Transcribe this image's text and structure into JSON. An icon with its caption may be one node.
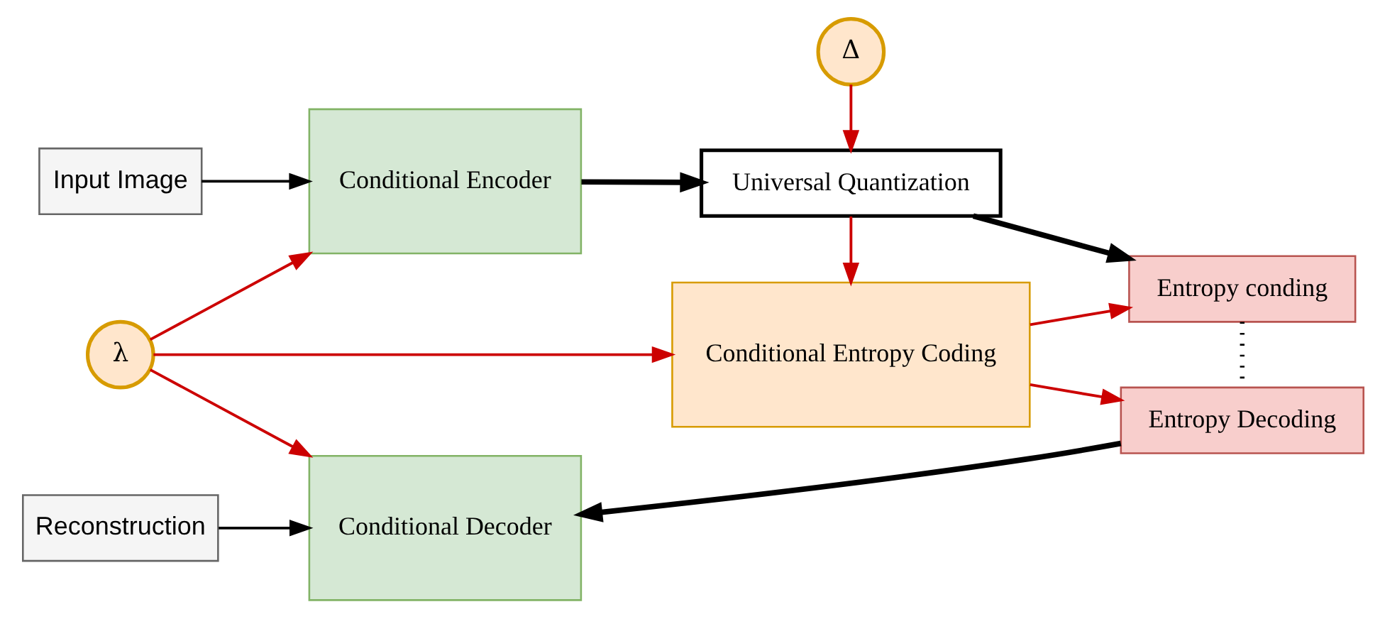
{
  "diagram": {
    "nodes": [
      {
        "text": [
          "Input Image"
        ]
      },
      {
        "text": [
          "Conditional Encoder"
        ]
      },
      {
        "text": [
          "Universal Quantization"
        ]
      },
      {
        "text": [
          "Δ"
        ]
      },
      {
        "text": [
          "λ"
        ]
      },
      {
        "text": [
          "Conditional Entropy Coding"
        ]
      },
      {
        "text": [
          "Entropy conding"
        ]
      },
      {
        "text": [
          "Entropy Decoding"
        ]
      },
      {
        "text": [
          "Reconstruction"
        ]
      },
      {
        "text": [
          "Conditional Decoder"
        ]
      }
    ],
    "edges": [
      {
        "from": 0,
        "to": 1,
        "arrow": "to",
        "color": "#000000"
      },
      {
        "from": 1,
        "to": 2,
        "arrow": "to",
        "style": "thick",
        "color": "#000000"
      },
      {
        "from": 3,
        "to": 2,
        "arrow": "to"
      },
      {
        "from": 2,
        "to": 6,
        "arrow": "to",
        "style": "thick",
        "color": "#000000"
      },
      {
        "from": 2,
        "to": 5,
        "arrow": "to"
      },
      {
        "from": 4,
        "to": 1,
        "arrow": "to"
      },
      {
        "from": 4,
        "to": 9,
        "arrow": "to"
      },
      {
        "from": 4,
        "to": 5,
        "arrow": "to"
      },
      {
        "from": 5,
        "to": 6,
        "arrow": "to"
      },
      {
        "from": 5,
        "to": 7,
        "arrow": "to"
      },
      {
        "from": 6,
        "to": 7,
        "arrow": "none",
        "style": "dashed",
        "color": "#000000"
      },
      {
        "from": 7,
        "to": 9,
        "arrow": "to",
        "style": "thick",
        "color": "#000000"
      },
      {
        "from": 8,
        "to": 9,
        "arrow": "to",
        "color": "#000000"
      }
    ]
  }
}
